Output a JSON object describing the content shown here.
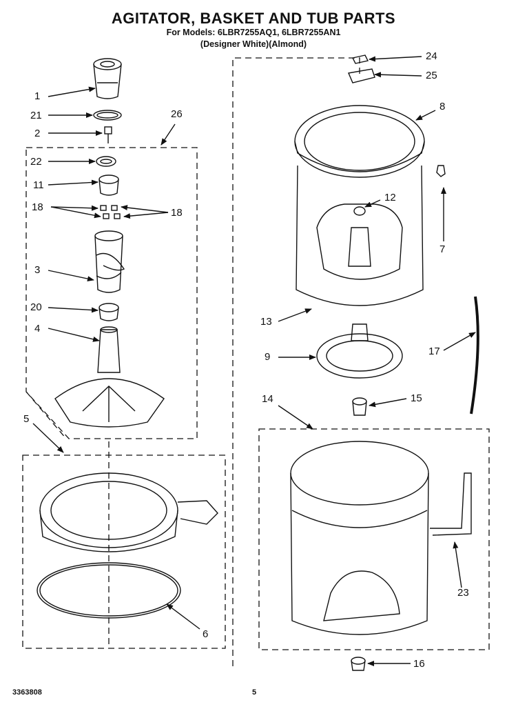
{
  "header": {
    "title": "AGITATOR, BASKET AND TUB PARTS",
    "models": "For Models: 6LBR7255AQ1, 6LBR7255AN1",
    "colors": "(Designer White)(Almond)"
  },
  "callouts": {
    "c1": "1",
    "c21": "21",
    "c2": "2",
    "c26": "26",
    "c22": "22",
    "c11": "11",
    "c18a": "18",
    "c18b": "18",
    "c3": "3",
    "c20": "20",
    "c4": "4",
    "c5": "5",
    "c6": "6",
    "c24": "24",
    "c25": "25",
    "c8": "8",
    "c12": "12",
    "c7": "7",
    "c13": "13",
    "c9": "9",
    "c17": "17",
    "c14": "14",
    "c15": "15",
    "c23": "23",
    "c16": "16"
  },
  "footer": {
    "doc_number": "3363808",
    "page": "5"
  }
}
